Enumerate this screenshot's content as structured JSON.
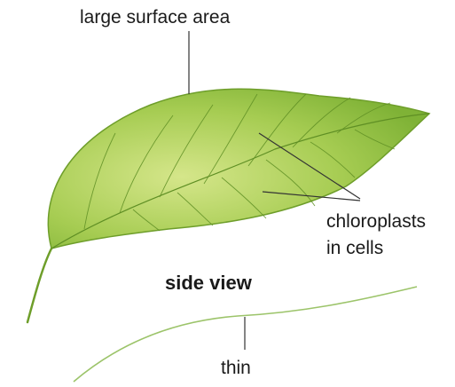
{
  "labels": {
    "surface": "large surface area",
    "chloroplasts_line1": "chloroplasts",
    "chloroplasts_line2": "in cells",
    "side_view": "side view",
    "thin": "thin"
  },
  "colors": {
    "leaf_light": "#d5e68a",
    "leaf_mid": "#a6cc52",
    "leaf_dark": "#7fb236",
    "leaf_outline": "#6e9e2a",
    "vein": "#5f8f24",
    "side_view_line": "#9cc46a",
    "leader_line": "#333333"
  }
}
